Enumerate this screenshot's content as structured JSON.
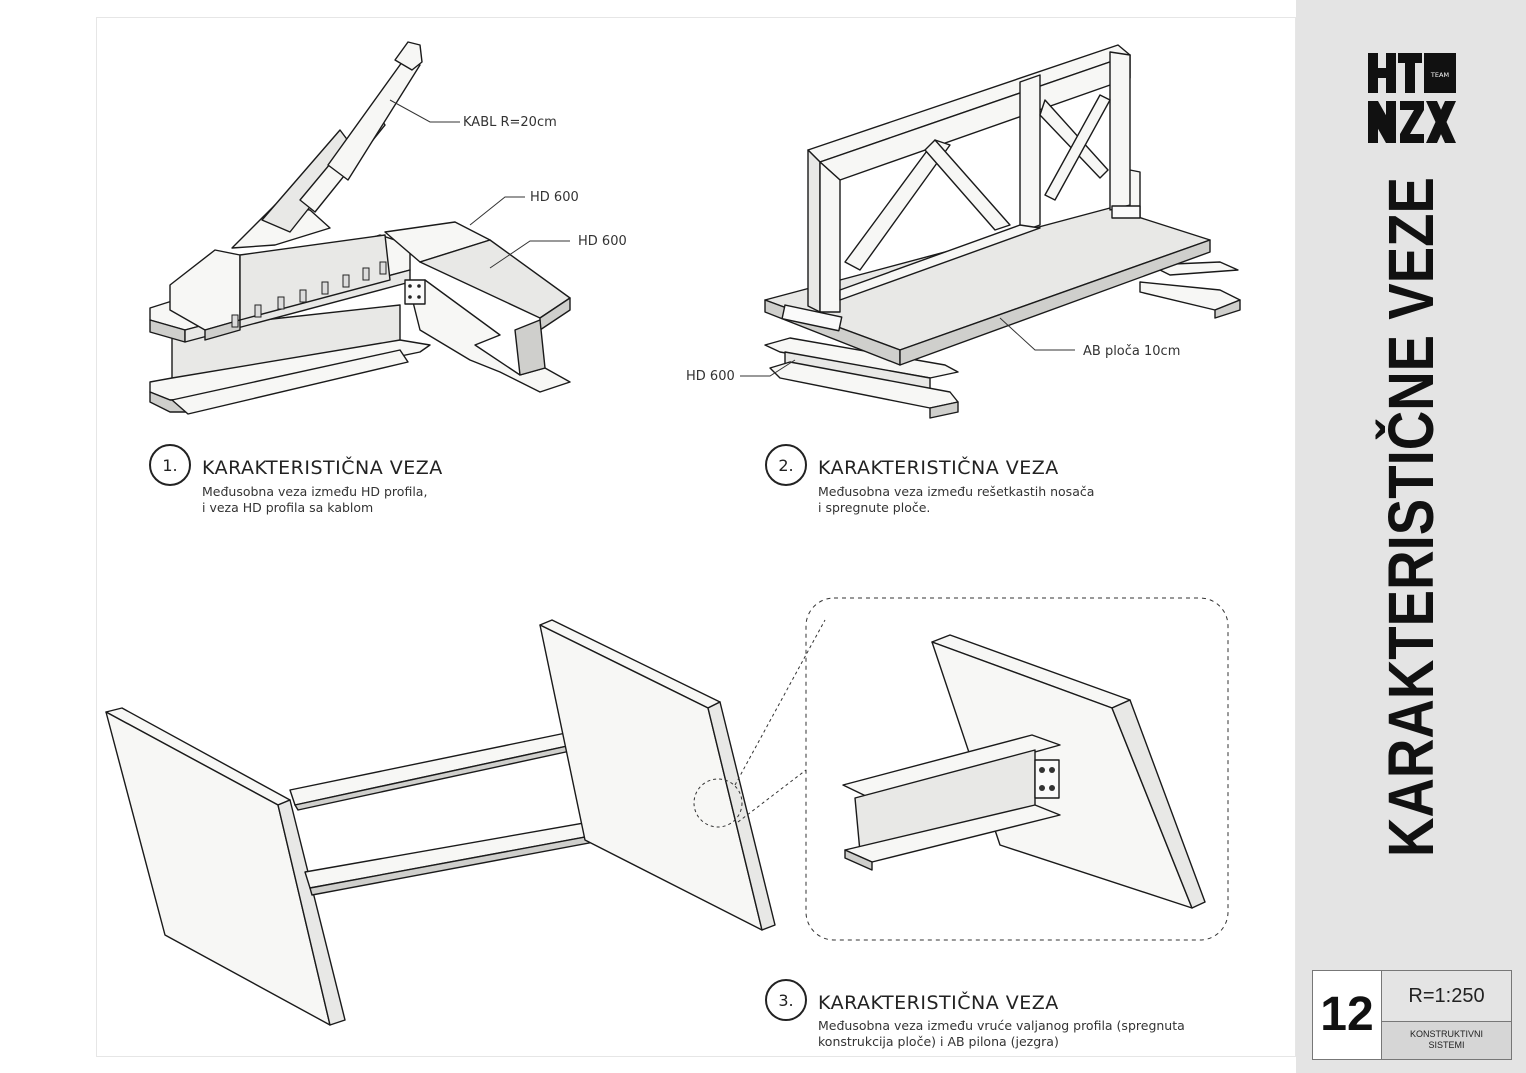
{
  "sheet": {
    "title": "KARAKTERISTIČNE VEZE",
    "logo": {
      "team_label": "TEAM",
      "icon": "htnzx-team-logo"
    },
    "title_block": {
      "sheet_number": "12",
      "scale": "R=1:250",
      "category_line1": "KONSTRUKTIVNI",
      "category_line2": "SISTEMI"
    }
  },
  "details": [
    {
      "number": "1.",
      "title": "KARAKTERISTIČNA VEZA",
      "description_line1": "Međusobna veza između HD profila,",
      "description_line2": "i veza HD profila sa kablom",
      "labels": {
        "cable": "KABL R=20cm",
        "hd_a": "HD 600",
        "hd_b": "HD 600"
      }
    },
    {
      "number": "2.",
      "title": "KARAKTERISTIČNA VEZA",
      "description_line1": "Međusobna veza između rešetkastih nosača",
      "description_line2": "i spregnute ploče.",
      "labels": {
        "hd": "HD 600",
        "slab": "AB ploča 10cm"
      }
    },
    {
      "number": "3.",
      "title": "KARAKTERISTIČNA VEZA",
      "description_line1": "Međusobna veza između vruće valjanog profila (spregnuta",
      "description_line2": "konstrukcija ploče) i AB pilona (jezgra)"
    }
  ]
}
